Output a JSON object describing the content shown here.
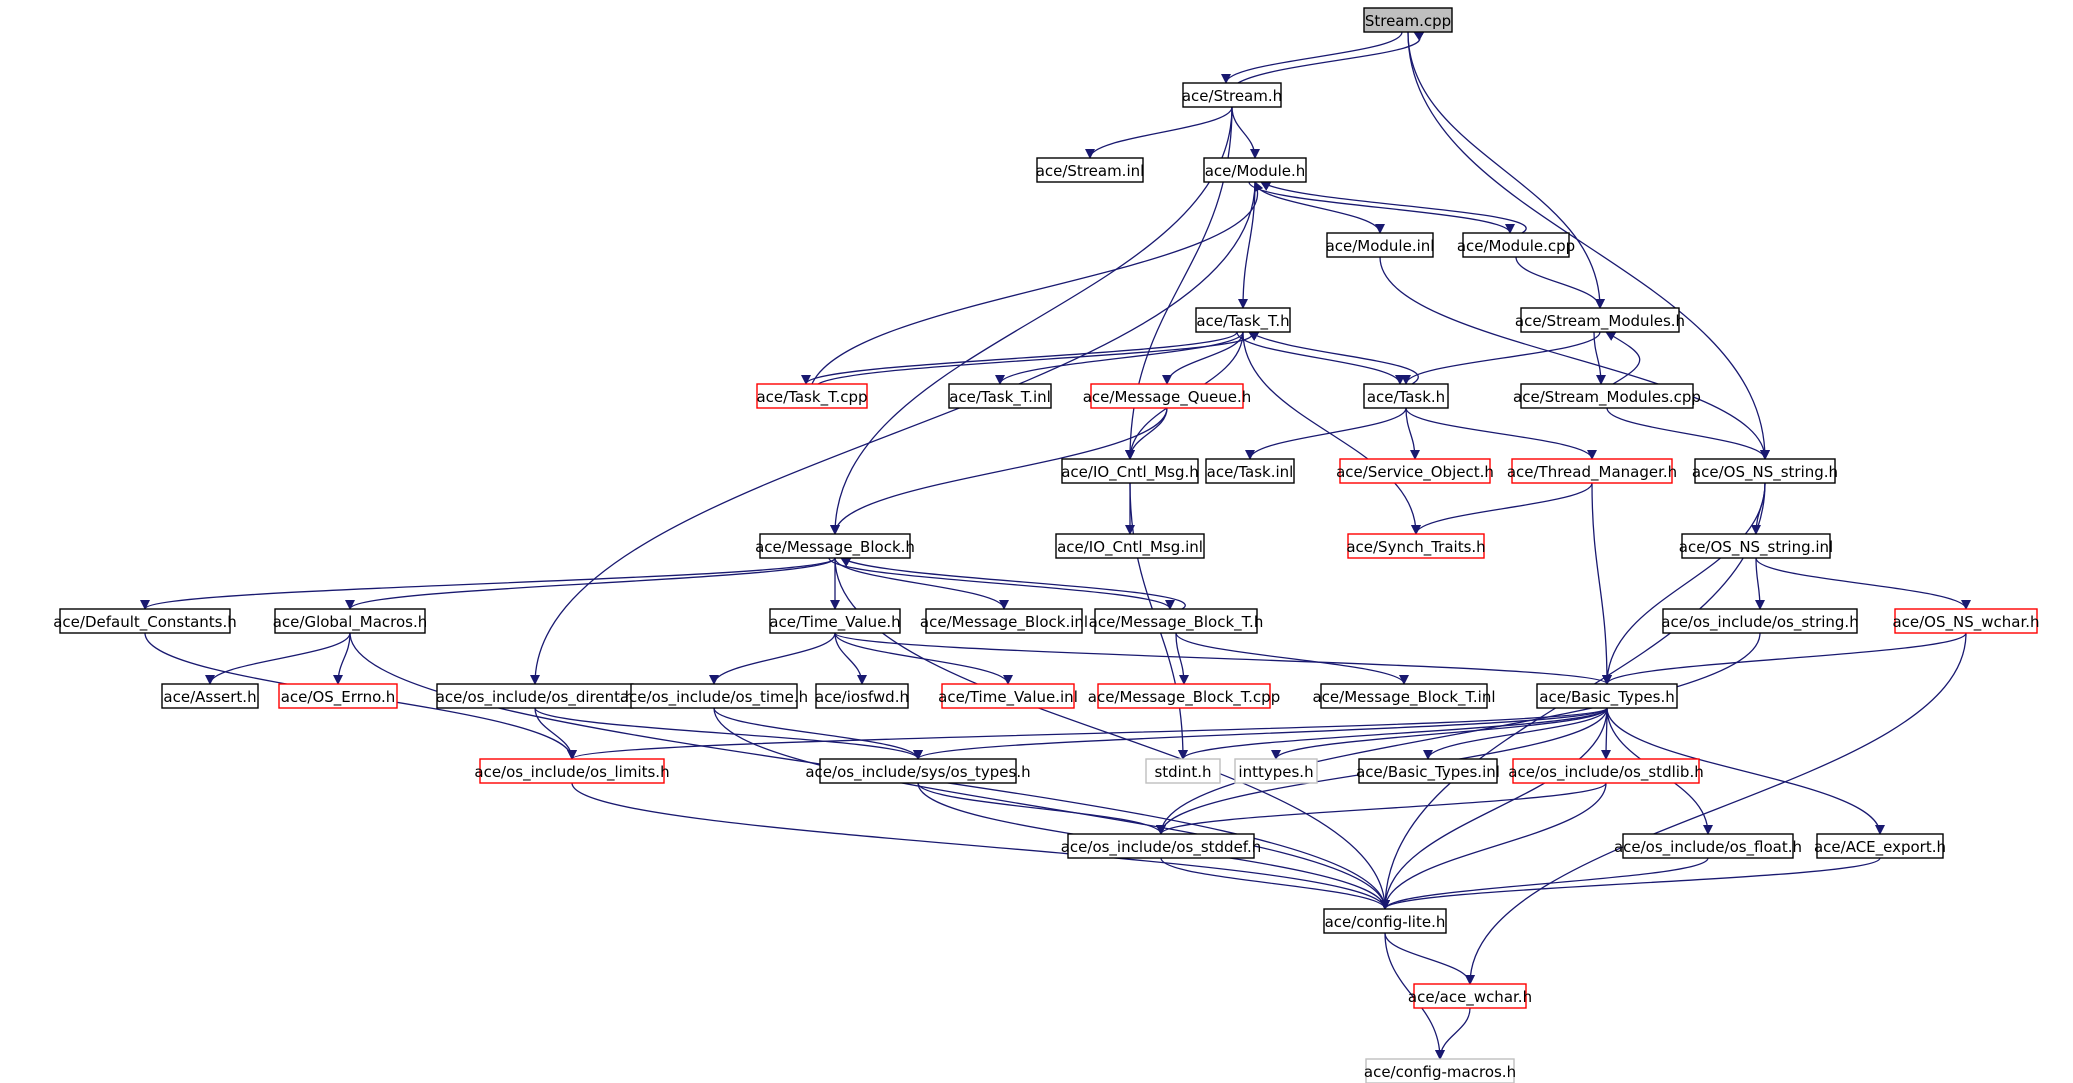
{
  "colors": {
    "edge": "#191970",
    "root_fill": "#bfbfbf",
    "normal_border": "#000000",
    "truncated_border": "#ff0000",
    "external_border": "#bfbfbf"
  },
  "nodes": [
    {
      "id": "stream_cpp",
      "label": "Stream.cpp",
      "kind": "root"
    },
    {
      "id": "stream_h",
      "label": "ace/Stream.h",
      "kind": "normal"
    },
    {
      "id": "stream_inl",
      "label": "ace/Stream.inl",
      "kind": "normal"
    },
    {
      "id": "module_h",
      "label": "ace/Module.h",
      "kind": "normal"
    },
    {
      "id": "module_inl",
      "label": "ace/Module.inl",
      "kind": "normal"
    },
    {
      "id": "module_cpp",
      "label": "ace/Module.cpp",
      "kind": "normal"
    },
    {
      "id": "task_t_h",
      "label": "ace/Task_T.h",
      "kind": "normal"
    },
    {
      "id": "stream_modules_h",
      "label": "ace/Stream_Modules.h",
      "kind": "normal"
    },
    {
      "id": "task_t_cpp",
      "label": "ace/Task_T.cpp",
      "kind": "truncated"
    },
    {
      "id": "task_t_inl",
      "label": "ace/Task_T.inl",
      "kind": "normal"
    },
    {
      "id": "message_queue_h",
      "label": "ace/Message_Queue.h",
      "kind": "truncated"
    },
    {
      "id": "task_h",
      "label": "ace/Task.h",
      "kind": "normal"
    },
    {
      "id": "stream_modules_cpp",
      "label": "ace/Stream_Modules.cpp",
      "kind": "normal"
    },
    {
      "id": "io_cntl_msg_h",
      "label": "ace/IO_Cntl_Msg.h",
      "kind": "normal"
    },
    {
      "id": "task_inl",
      "label": "ace/Task.inl",
      "kind": "normal"
    },
    {
      "id": "service_object_h",
      "label": "ace/Service_Object.h",
      "kind": "truncated"
    },
    {
      "id": "thread_manager_h",
      "label": "ace/Thread_Manager.h",
      "kind": "truncated"
    },
    {
      "id": "os_ns_string_h",
      "label": "ace/OS_NS_string.h",
      "kind": "normal"
    },
    {
      "id": "message_block_h",
      "label": "ace/Message_Block.h",
      "kind": "normal"
    },
    {
      "id": "io_cntl_msg_inl",
      "label": "ace/IO_Cntl_Msg.inl",
      "kind": "normal"
    },
    {
      "id": "synch_traits_h",
      "label": "ace/Synch_Traits.h",
      "kind": "truncated"
    },
    {
      "id": "os_ns_string_inl",
      "label": "ace/OS_NS_string.inl",
      "kind": "normal"
    },
    {
      "id": "default_constants_h",
      "label": "ace/Default_Constants.h",
      "kind": "normal"
    },
    {
      "id": "global_macros_h",
      "label": "ace/Global_Macros.h",
      "kind": "normal"
    },
    {
      "id": "time_value_h",
      "label": "ace/Time_Value.h",
      "kind": "normal"
    },
    {
      "id": "message_block_inl",
      "label": "ace/Message_Block.inl",
      "kind": "normal"
    },
    {
      "id": "message_block_t_h",
      "label": "ace/Message_Block_T.h",
      "kind": "normal"
    },
    {
      "id": "os_string_h",
      "label": "ace/os_include/os_string.h",
      "kind": "normal"
    },
    {
      "id": "os_ns_wchar_h",
      "label": "ace/OS_NS_wchar.h",
      "kind": "truncated"
    },
    {
      "id": "assert_h",
      "label": "ace/Assert.h",
      "kind": "normal"
    },
    {
      "id": "os_errno_h",
      "label": "ace/OS_Errno.h",
      "kind": "truncated"
    },
    {
      "id": "os_dirent_h",
      "label": "ace/os_include/os_dirent.h",
      "kind": "normal"
    },
    {
      "id": "os_time_h",
      "label": "ace/os_include/os_time.h",
      "kind": "normal"
    },
    {
      "id": "iosfwd_h",
      "label": "ace/iosfwd.h",
      "kind": "normal"
    },
    {
      "id": "time_value_inl",
      "label": "ace/Time_Value.inl",
      "kind": "truncated"
    },
    {
      "id": "message_block_t_cpp",
      "label": "ace/Message_Block_T.cpp",
      "kind": "truncated"
    },
    {
      "id": "message_block_t_inl",
      "label": "ace/Message_Block_T.inl",
      "kind": "normal"
    },
    {
      "id": "basic_types_h",
      "label": "ace/Basic_Types.h",
      "kind": "normal"
    },
    {
      "id": "os_limits_h",
      "label": "ace/os_include/os_limits.h",
      "kind": "truncated"
    },
    {
      "id": "sys_os_types_h",
      "label": "ace/os_include/sys/os_types.h",
      "kind": "normal"
    },
    {
      "id": "stdint_h",
      "label": "stdint.h",
      "kind": "external"
    },
    {
      "id": "inttypes_h",
      "label": "inttypes.h",
      "kind": "external"
    },
    {
      "id": "basic_types_inl",
      "label": "ace/Basic_Types.inl",
      "kind": "normal"
    },
    {
      "id": "os_stdlib_h",
      "label": "ace/os_include/os_stdlib.h",
      "kind": "truncated"
    },
    {
      "id": "os_stddef_h",
      "label": "ace/os_include/os_stddef.h",
      "kind": "normal"
    },
    {
      "id": "os_float_h",
      "label": "ace/os_include/os_float.h",
      "kind": "normal"
    },
    {
      "id": "ace_export_h",
      "label": "ace/ACE_export.h",
      "kind": "normal"
    },
    {
      "id": "config_lite_h",
      "label": "ace/config-lite.h",
      "kind": "normal"
    },
    {
      "id": "ace_wchar_h",
      "label": "ace/ace_wchar.h",
      "kind": "truncated"
    },
    {
      "id": "config_macros_h",
      "label": "ace/config-macros.h",
      "kind": "external"
    }
  ],
  "edges": [
    [
      "stream_cpp",
      "stream_h"
    ],
    [
      "stream_cpp",
      "stream_modules_h"
    ],
    [
      "stream_cpp",
      "os_ns_string_h"
    ],
    [
      "stream_h",
      "stream_cpp"
    ],
    [
      "stream_h",
      "stream_inl"
    ],
    [
      "stream_h",
      "module_h"
    ],
    [
      "stream_h",
      "message_block_h"
    ],
    [
      "stream_h",
      "io_cntl_msg_h"
    ],
    [
      "module_h",
      "module_inl"
    ],
    [
      "module_h",
      "module_cpp"
    ],
    [
      "module_h",
      "task_t_h"
    ],
    [
      "module_h",
      "os_dirent_h"
    ],
    [
      "module_cpp",
      "module_h"
    ],
    [
      "module_cpp",
      "stream_modules_h"
    ],
    [
      "module_inl",
      "os_ns_string_h"
    ],
    [
      "task_t_h",
      "task_t_cpp"
    ],
    [
      "task_t_h",
      "task_t_inl"
    ],
    [
      "task_t_h",
      "message_queue_h"
    ],
    [
      "task_t_h",
      "task_h"
    ],
    [
      "task_t_h",
      "io_cntl_msg_h"
    ],
    [
      "task_t_h",
      "synch_traits_h"
    ],
    [
      "task_t_cpp",
      "task_t_h"
    ],
    [
      "task_t_cpp",
      "module_h"
    ],
    [
      "stream_modules_h",
      "task_h"
    ],
    [
      "stream_modules_h",
      "stream_modules_cpp"
    ],
    [
      "stream_modules_cpp",
      "stream_modules_h"
    ],
    [
      "stream_modules_cpp",
      "os_ns_string_h"
    ],
    [
      "message_queue_h",
      "io_cntl_msg_h"
    ],
    [
      "message_queue_h",
      "message_block_h"
    ],
    [
      "task_h",
      "task_t_h"
    ],
    [
      "task_h",
      "task_inl"
    ],
    [
      "task_h",
      "service_object_h"
    ],
    [
      "task_h",
      "thread_manager_h"
    ],
    [
      "io_cntl_msg_h",
      "io_cntl_msg_inl"
    ],
    [
      "io_cntl_msg_h",
      "stdint_h"
    ],
    [
      "thread_manager_h",
      "synch_traits_h"
    ],
    [
      "thread_manager_h",
      "basic_types_h"
    ],
    [
      "os_ns_string_h",
      "os_ns_string_inl"
    ],
    [
      "os_ns_string_h",
      "basic_types_h"
    ],
    [
      "os_ns_string_h",
      "config_lite_h"
    ],
    [
      "os_ns_string_inl",
      "os_string_h"
    ],
    [
      "os_ns_string_inl",
      "os_ns_wchar_h"
    ],
    [
      "os_string_h",
      "os_stddef_h"
    ],
    [
      "os_ns_wchar_h",
      "basic_types_h"
    ],
    [
      "os_ns_wchar_h",
      "ace_wchar_h"
    ],
    [
      "message_block_h",
      "default_constants_h"
    ],
    [
      "message_block_h",
      "global_macros_h"
    ],
    [
      "message_block_h",
      "time_value_h"
    ],
    [
      "message_block_h",
      "message_block_inl"
    ],
    [
      "message_block_h",
      "message_block_t_h"
    ],
    [
      "message_block_h",
      "config_lite_h"
    ],
    [
      "message_block_t_h",
      "message_block_h"
    ],
    [
      "message_block_t_h",
      "message_block_t_cpp"
    ],
    [
      "message_block_t_h",
      "message_block_t_inl"
    ],
    [
      "default_constants_h",
      "os_limits_h"
    ],
    [
      "global_macros_h",
      "assert_h"
    ],
    [
      "global_macros_h",
      "os_errno_h"
    ],
    [
      "global_macros_h",
      "config_lite_h"
    ],
    [
      "time_value_h",
      "os_time_h"
    ],
    [
      "time_value_h",
      "iosfwd_h"
    ],
    [
      "time_value_h",
      "time_value_inl"
    ],
    [
      "time_value_h",
      "basic_types_h"
    ],
    [
      "os_dirent_h",
      "os_limits_h"
    ],
    [
      "os_dirent_h",
      "sys_os_types_h"
    ],
    [
      "os_time_h",
      "sys_os_types_h"
    ],
    [
      "os_time_h",
      "config_lite_h"
    ],
    [
      "basic_types_h",
      "os_limits_h"
    ],
    [
      "basic_types_h",
      "sys_os_types_h"
    ],
    [
      "basic_types_h",
      "stdint_h"
    ],
    [
      "basic_types_h",
      "inttypes_h"
    ],
    [
      "basic_types_h",
      "basic_types_inl"
    ],
    [
      "basic_types_h",
      "os_stdlib_h"
    ],
    [
      "basic_types_h",
      "os_stddef_h"
    ],
    [
      "basic_types_h",
      "os_float_h"
    ],
    [
      "basic_types_h",
      "ace_export_h"
    ],
    [
      "basic_types_h",
      "config_lite_h"
    ],
    [
      "os_limits_h",
      "config_lite_h"
    ],
    [
      "sys_os_types_h",
      "os_stddef_h"
    ],
    [
      "sys_os_types_h",
      "config_lite_h"
    ],
    [
      "os_stdlib_h",
      "os_stddef_h"
    ],
    [
      "os_stdlib_h",
      "config_lite_h"
    ],
    [
      "os_stddef_h",
      "config_lite_h"
    ],
    [
      "os_float_h",
      "config_lite_h"
    ],
    [
      "ace_export_h",
      "config_lite_h"
    ],
    [
      "config_lite_h",
      "ace_wchar_h"
    ],
    [
      "config_lite_h",
      "config_macros_h"
    ],
    [
      "ace_wchar_h",
      "config_macros_h"
    ]
  ]
}
